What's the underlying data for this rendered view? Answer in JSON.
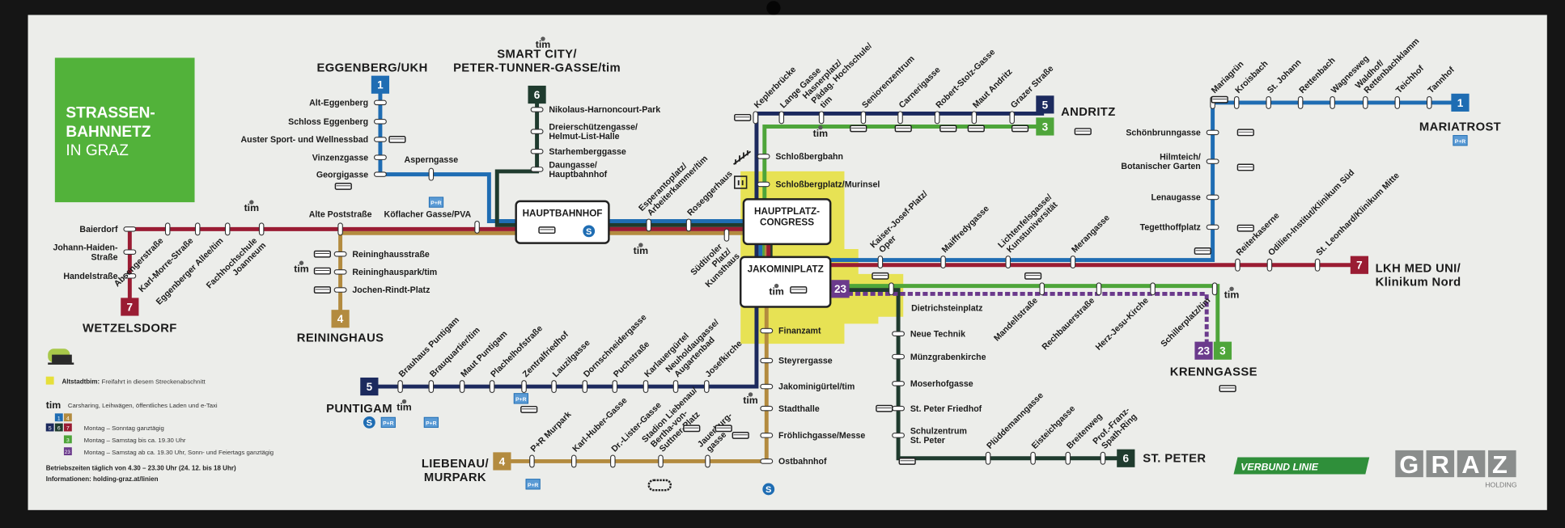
{
  "title": {
    "line1": "STRASSEN-",
    "line2": "BAHNNETZ",
    "line3": "IN GRAZ"
  },
  "colors": {
    "line1": "#1f6db3",
    "line3": "#4ea53a",
    "line4": "#b38b3f",
    "line5": "#1c2a5e",
    "line6": "#1f3b2e",
    "line7": "#9a1c33",
    "line23": "#6b3a8c",
    "title_bg": "#52b23a",
    "altstadt": "#e6df3a",
    "board": "#ecedea"
  },
  "badges": {
    "l1": "1",
    "l3": "3",
    "l4": "4",
    "l5": "5",
    "l6": "6",
    "l7": "7",
    "l23": "23"
  },
  "terminals": {
    "wetzelsdorf": [
      "WETZELSDORF"
    ],
    "reininghaus": [
      "REININGHAUS"
    ],
    "puntigam": [
      "PUNTIGAM"
    ],
    "eggenberg": [
      "EGGENBERG/UKH"
    ],
    "smartcity": [
      "SMART CITY/",
      "PETER-TUNNER-GASSE/tim"
    ],
    "andritz": [
      "ANDRITZ"
    ],
    "mariatrost": [
      "MARIATROST"
    ],
    "lkh": [
      "LKH MED UNI/",
      "Klinikum Nord"
    ],
    "krenngasse": [
      "KRENNGASSE"
    ],
    "stpeter": [
      "ST. PETER"
    ],
    "liebenau": [
      "LIEBENAU/",
      "MURPARK"
    ]
  },
  "hubs": {
    "hauptbahnhof": [
      "HAUPTBAHNHOF"
    ],
    "hauptplatz": [
      "HAUPTPLATZ-",
      "CONGRESS"
    ],
    "jakominiplatz": [
      "JAKOMINIPLATZ"
    ]
  },
  "stations": {
    "w7v": [
      [
        "Baierdorf"
      ],
      [
        "Johann-Haiden-",
        "Straße"
      ],
      [
        "Handelstraße"
      ]
    ],
    "w7h": [
      [
        "Absengerstraße"
      ],
      [
        "Karl-Morre-Straße"
      ],
      [
        "Eggenberger Allee/tim"
      ],
      [
        "Fachhochschule",
        "Joanneum"
      ]
    ],
    "alte": [
      [
        "Alte Poststraße"
      ]
    ],
    "w4v": [
      [
        "Reininghausstraße"
      ],
      [
        "Reininghauspark/tim"
      ],
      [
        "Jochen-Rindt-Platz"
      ]
    ],
    "e1w": [
      [
        "Alt-Eggenberg"
      ],
      [
        "Schloss Eggenberg"
      ],
      [
        "Auster Sport- und Wellnessbad"
      ],
      [
        "Vinzenzgasse"
      ],
      [
        "Georgigasse"
      ]
    ],
    "asp": [
      [
        "Asperngasse"
      ]
    ],
    "s6n": [
      [
        "Nikolaus-Harnoncourt-Park"
      ],
      [
        "Dreierschützengasse/",
        "Helmut-List-Halle"
      ],
      [
        "Starhemberggasse"
      ],
      [
        "Daungasse/",
        "Hauptbahnhof"
      ]
    ],
    "kof": [
      [
        "Köflacher Gasse/PVA"
      ]
    ],
    "mid": [
      [
        "Esperantoplatz/",
        "Arbeiterkammer/tim"
      ],
      [
        "Roseggerhaus"
      ]
    ],
    "sud": [
      [
        "Südtiroler",
        "Platz/",
        "Kunsthaus"
      ]
    ],
    "n35v": [
      [
        "Schloßbergbahn"
      ],
      [
        "Schloßbergplatz/Murinsel"
      ]
    ],
    "n5h": [
      [
        "Keplerbrücke"
      ],
      [
        "Lange Gasse"
      ],
      [
        "Hasnerplatz/",
        "Pädag. Hochschule/",
        "tim"
      ],
      [
        "Seniorenzentrum"
      ],
      [
        "Carnerigasse"
      ],
      [
        "Robert-Stolz-Gasse"
      ],
      [
        "Maut Andritz"
      ],
      [
        "Grazer Straße"
      ]
    ],
    "e1h": [
      [
        "Mariagrün"
      ],
      [
        "Kroisbach"
      ],
      [
        "St. Johann"
      ],
      [
        "Rettenbach"
      ],
      [
        "Wagnesweg"
      ],
      [
        "Waldhof/",
        "Rettenbachklamm"
      ],
      [
        "Teichhof"
      ],
      [
        "Tannhof"
      ]
    ],
    "e1v": [
      [
        "Schönbrunngasse"
      ],
      [
        "Hilmteich/",
        "Botanischer Garten"
      ],
      [
        "Lenaugasse"
      ],
      [
        "Tegetthoffplatz"
      ]
    ],
    "ce": [
      [
        "Kaiser-Josef-Platz/",
        "Oper"
      ],
      [
        "Maiffredygasse"
      ],
      [
        "Lichtenfelsgasse/",
        "Kunstuniversität"
      ],
      [
        "Merangasse"
      ]
    ],
    "e7": [
      [
        "Reiterkaserne"
      ],
      [
        "Odilien-Institut/Klinikum Süd"
      ],
      [
        "St. Leonhard/Klinikum Mitte"
      ]
    ],
    "diet": [
      [
        "Dietrichsteinplatz"
      ]
    ],
    "s3h": [
      [
        "Mandellstraße"
      ],
      [
        "Rechbauerstraße"
      ],
      [
        "Herz-Jesu-Kirche"
      ],
      [
        "Schillerplatz/tim"
      ]
    ],
    "s6v": [
      [
        "Neue Technik"
      ],
      [
        "Münzgrabenkirche"
      ],
      [
        "Moserhofgasse"
      ],
      [
        "St. Peter Friedhof"
      ],
      [
        "Schulzentrum",
        "St. Peter"
      ]
    ],
    "s6h": [
      [
        "Plüddemanngasse"
      ],
      [
        "Eisteichgasse"
      ],
      [
        "Breitenweg"
      ],
      [
        "Prof.-Franz-",
        "Spath-Ring"
      ]
    ],
    "s45v": [
      [
        "Finanzamt"
      ],
      [
        "Steyrergasse"
      ],
      [
        "Jakominigürtel/tim"
      ],
      [
        "Stadthalle"
      ],
      [
        "Fröhlichgasse/Messe"
      ],
      [
        "Ostbahnhof"
      ]
    ],
    "s5h": [
      [
        "Brauhaus Puntigam"
      ],
      [
        "Brauquartier/tim"
      ],
      [
        "Maut Puntigam"
      ],
      [
        "Plachelhofstraße"
      ],
      [
        "Zentralfriedhof"
      ],
      [
        "Lauzilgasse"
      ],
      [
        "Dornschneidergasse"
      ],
      [
        "Puchstraße"
      ],
      [
        "Karlauergürtel"
      ],
      [
        "Neuholdaugasse/",
        "Augartenbad"
      ],
      [
        "Josefkirche"
      ]
    ],
    "s4h": [
      [
        "P+R Murpark"
      ],
      [
        "Karl-Huber-Gasse"
      ],
      [
        "Dr.-Lister-Gasse"
      ],
      [
        "Stadion Liebenau/",
        "Bertha-von-",
        "Suttner-Platz"
      ],
      [
        "Jauerburg-",
        "gasse"
      ]
    ]
  },
  "icons": {
    "tim": "tim",
    "sbahn": "S",
    "pr": "P+R"
  },
  "legend": {
    "altstadt_bold": "Altstadtbim:",
    "altstadt_text": "Freifahrt in diesem Streckenabschnitt",
    "tim_text": "Carsharing, Leihwägen, öffentliches Laden und e-Taxi",
    "daily": "Montag – Sonntag ganztägig",
    "day": "Montag – Samstag bis ca. 19.30 Uhr",
    "night": "Montag – Samstag ab ca. 19.30 Uhr, Sonn- und Feiertags ganztägig",
    "hours": "Betriebszeiten täglich von 4.30 – 23.30 Uhr (24. 12. bis 18 Uhr)",
    "info": "Informationen: holding-graz.at/linien"
  },
  "branding": {
    "verbund": "VERBUND LINIE",
    "graz": "GRAZ",
    "holding": "HOLDING"
  }
}
